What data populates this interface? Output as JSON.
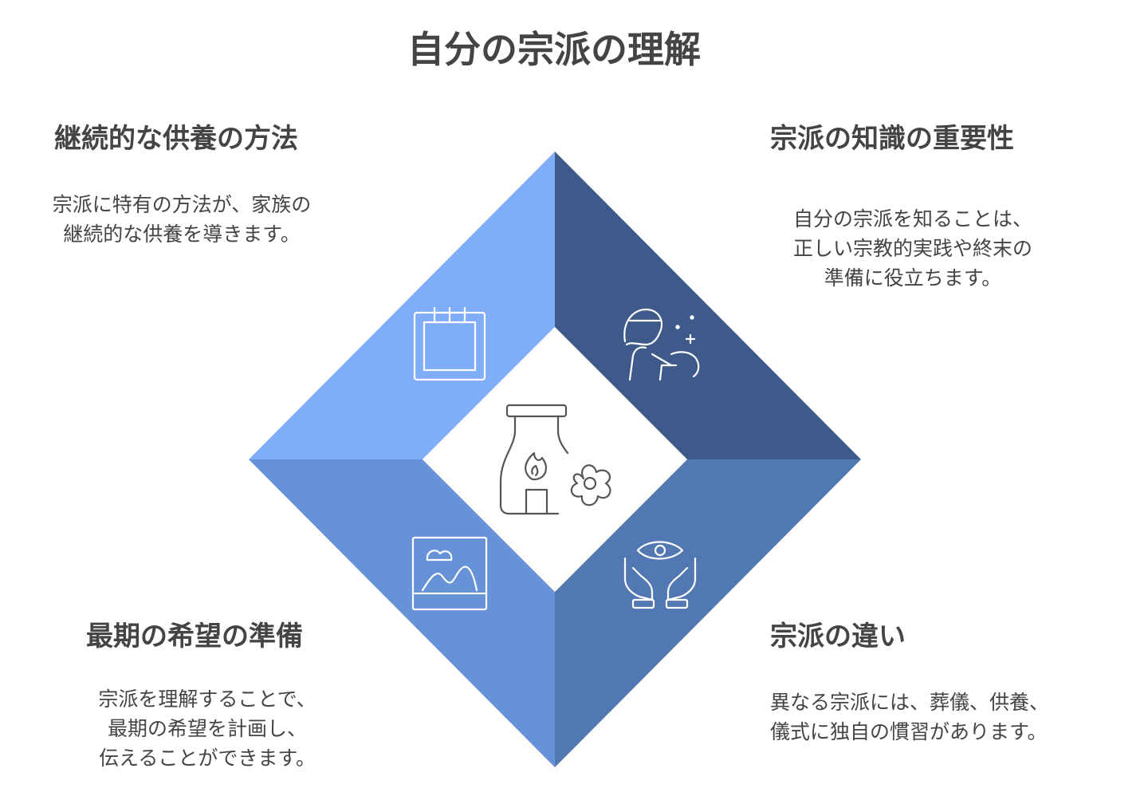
{
  "title": "自分の宗派の理解",
  "sections": {
    "top_left": {
      "heading": "継続的な供養の方法",
      "body": "宗派に特有の方法が、家族の\n継続的な供養を導きます。",
      "icon": "calendar-icon"
    },
    "top_right": {
      "heading": "宗派の知識の重要性",
      "body": "自分の宗派を知ることは、\n正しい宗教的実践や終末の\n準備に役立ちます。",
      "icon": "person-with-sparkles-icon"
    },
    "bottom_left": {
      "heading": "最期の希望の準備",
      "body": "宗派を理解することで、\n最期の希望を計画し、\n伝えることができます。",
      "icon": "landscape-picture-icon"
    },
    "bottom_right": {
      "heading": "宗派の違い",
      "body": "異なる宗派には、葬儀、供養、\n儀式に独自の慣習があります。",
      "icon": "hands-eye-icon"
    }
  },
  "center_icon": "incense-burner-flower-icon",
  "colors": {
    "top_left": "#7fadf9",
    "top_right": "#3d5a8b",
    "bottom_left": "#6693d7",
    "bottom_right": "#5278b3",
    "center": "#ffffff",
    "text": "#444444"
  }
}
